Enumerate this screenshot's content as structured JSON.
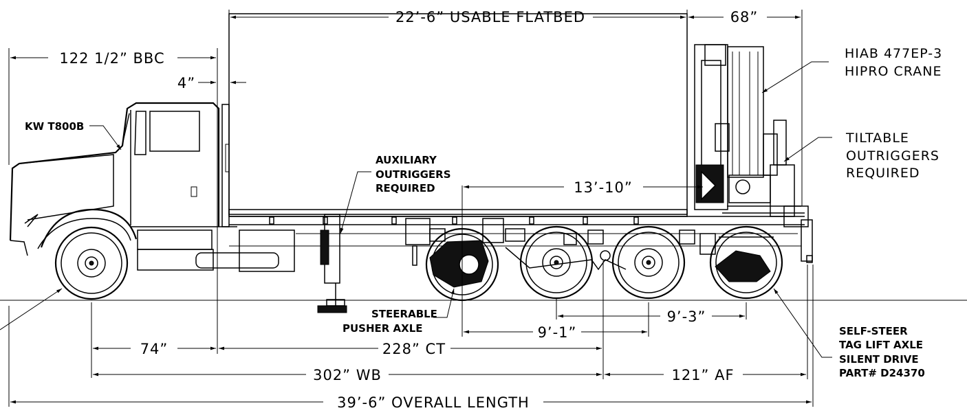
{
  "dimensions": {
    "usable_flatbed": "22’-6” USABLE FLATBED",
    "crane_width": "68”",
    "bbc": "122 1/2” BBC",
    "gap": "4”",
    "crane_spacing": "13’-10”",
    "tag_spacing": "9’-3”",
    "pusher_spacing": "9’-1”",
    "front_to_cab": "74”",
    "ct": "228” CT",
    "wb": "302” WB",
    "af": "121” AF",
    "overall_length": "39’-6” OVERALL LENGTH"
  },
  "callouts": {
    "truck_model": "KW T800B",
    "crane": [
      "HIAB 477EP-3",
      "HIPRO CRANE"
    ],
    "tiltable": [
      "TILTABLE",
      "OUTRIGGERS",
      "REQUIRED"
    ],
    "auxiliary": [
      "AUXILIARY",
      "OUTRIGGERS",
      "REQUIRED"
    ],
    "steerable": [
      "STEERABLE",
      "PUSHER AXLE"
    ],
    "self_steer": [
      "SELF-STEER",
      "TAG LIFT AXLE",
      "SILENT DRIVE",
      "PART# D24370"
    ]
  }
}
